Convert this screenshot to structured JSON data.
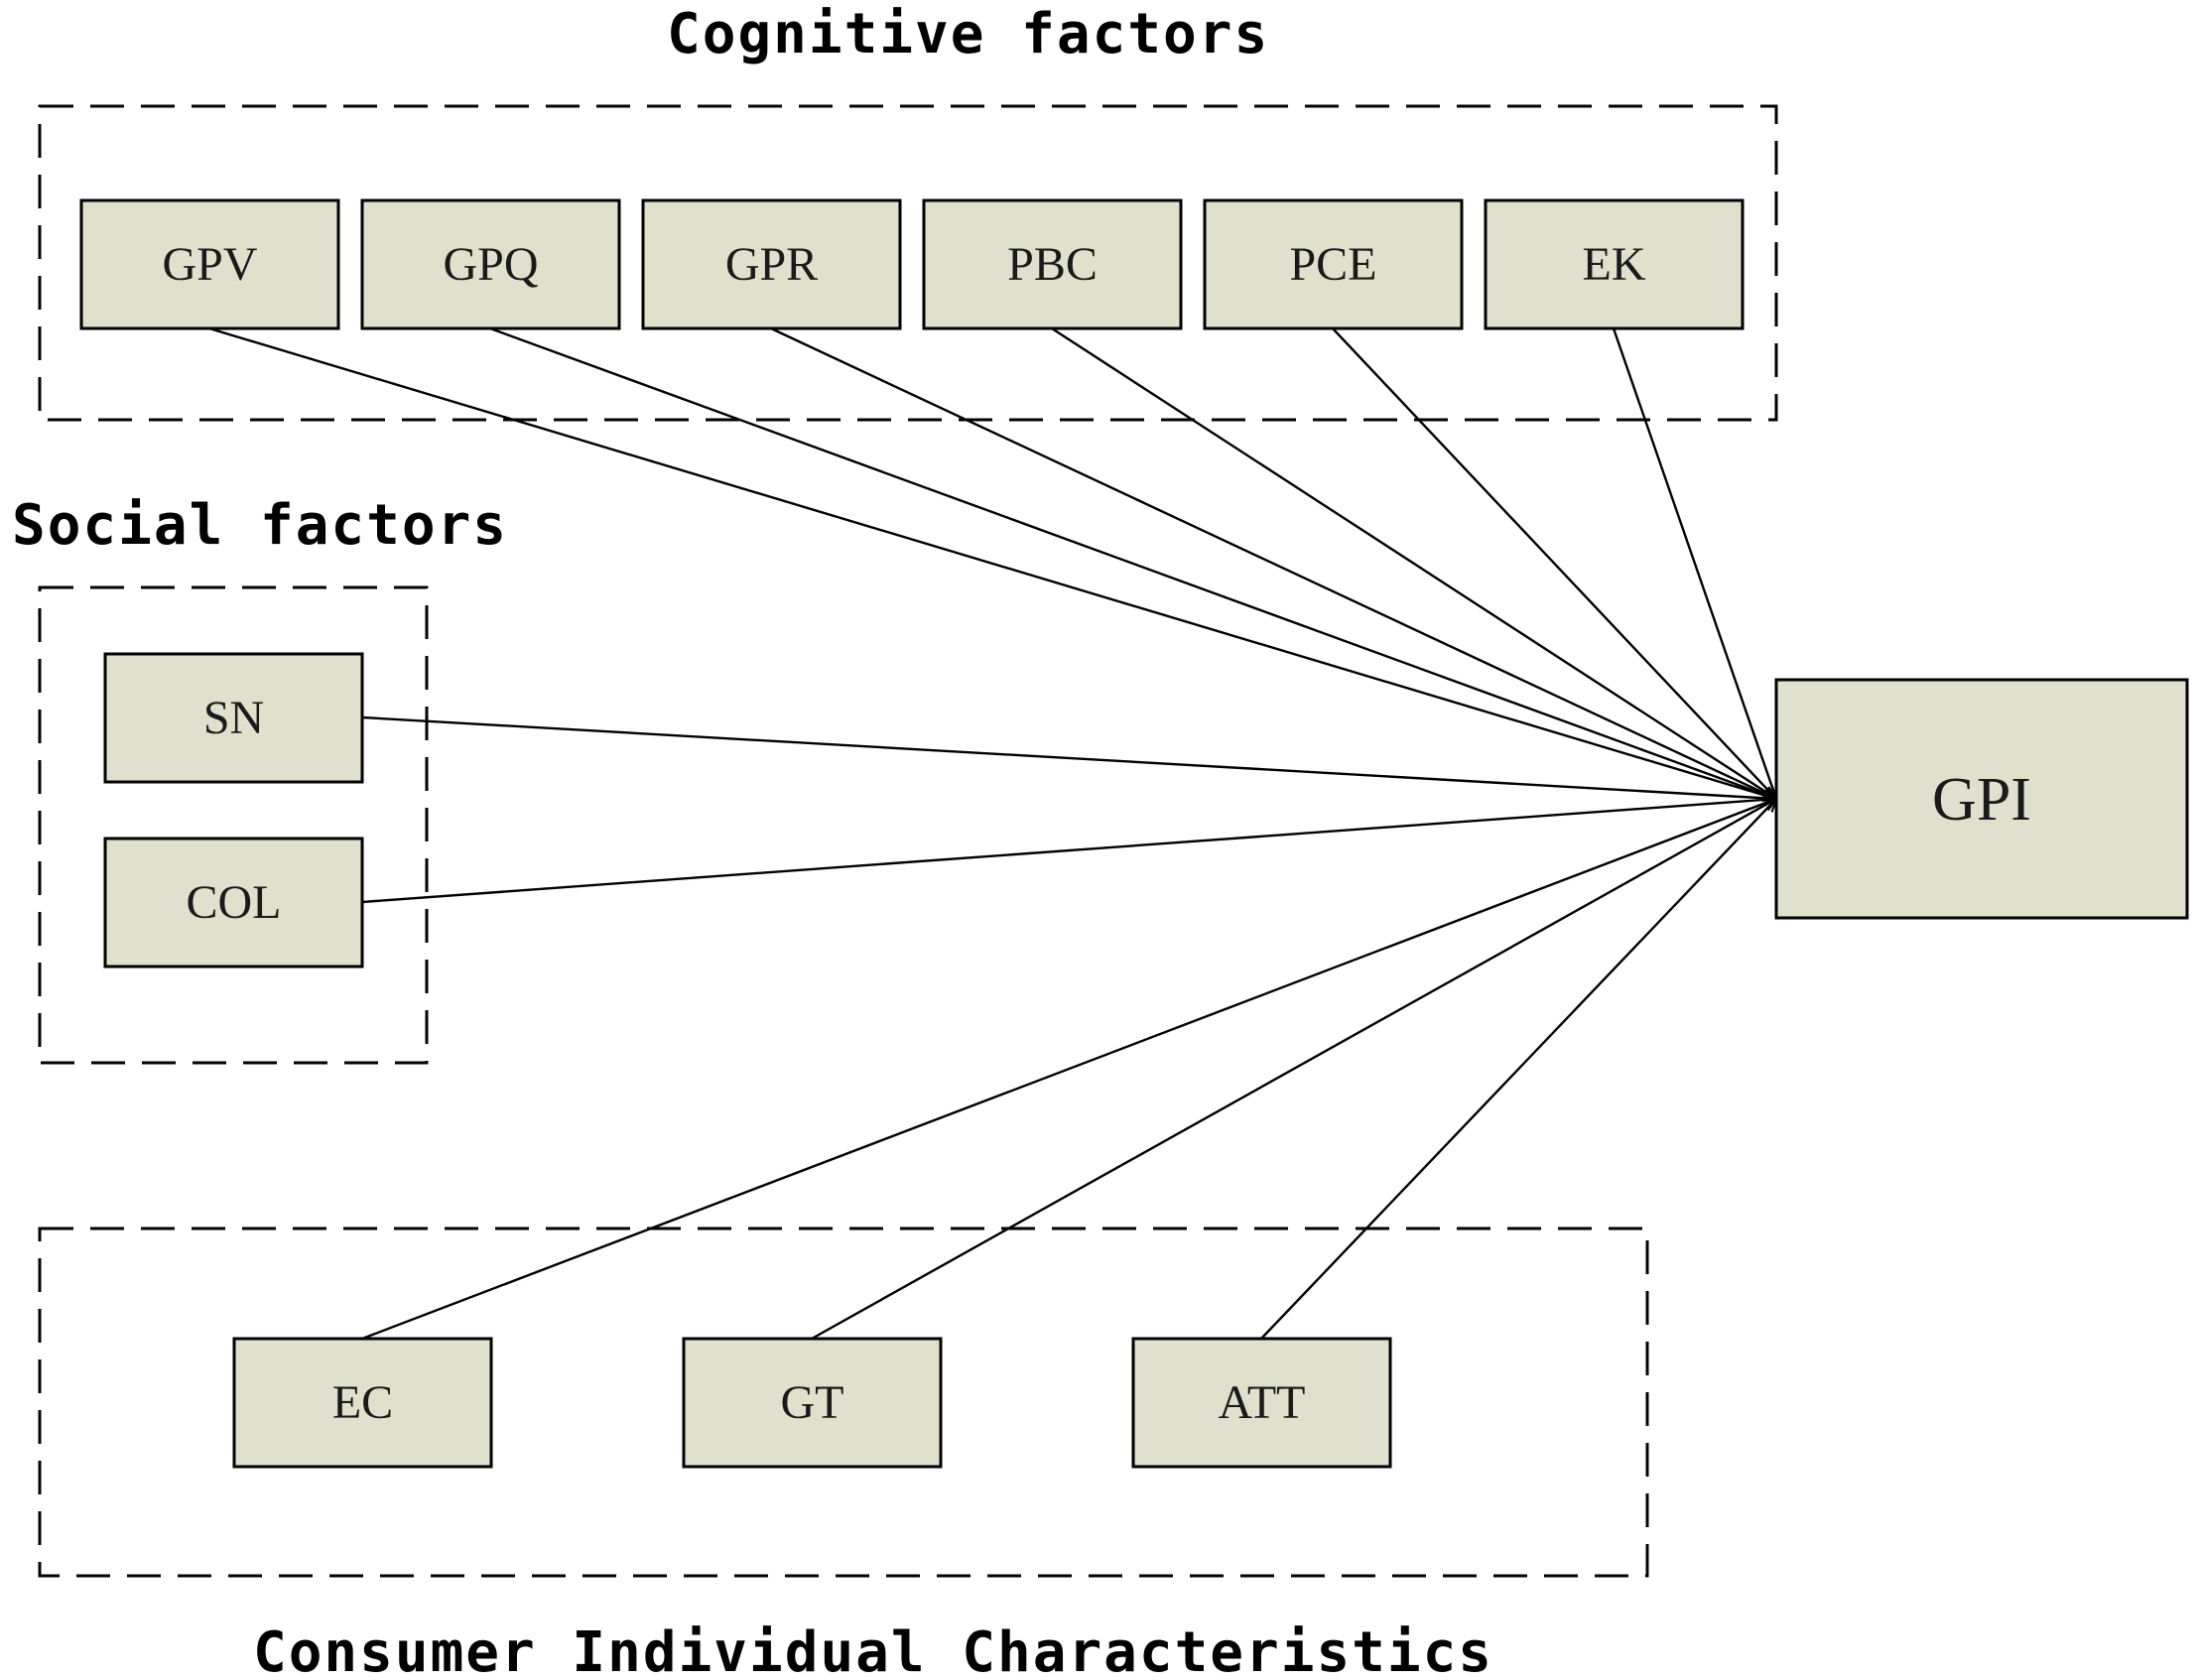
{
  "colors": {
    "node_fill": "#dfe1cd",
    "node_stroke": "#000000",
    "edge": "#000000",
    "frame": "#000000",
    "background": "#ffffff"
  },
  "groups": {
    "cognitive": {
      "title": "Cognitive factors",
      "nodes": [
        "GPV",
        "GPQ",
        "GPR",
        "PBC",
        "PCE",
        "EK"
      ]
    },
    "social": {
      "title": "Social factors",
      "nodes": [
        "SN",
        "COL"
      ]
    },
    "individual": {
      "title": "Consumer Individual Characteristics",
      "nodes": [
        "EC",
        "GT",
        "ATT"
      ]
    }
  },
  "target": {
    "label": "GPI"
  },
  "edges": [
    {
      "from": "GPV",
      "to": "GPI"
    },
    {
      "from": "GPQ",
      "to": "GPI"
    },
    {
      "from": "GPR",
      "to": "GPI"
    },
    {
      "from": "PBC",
      "to": "GPI"
    },
    {
      "from": "PCE",
      "to": "GPI"
    },
    {
      "from": "EK",
      "to": "GPI"
    },
    {
      "from": "SN",
      "to": "GPI"
    },
    {
      "from": "COL",
      "to": "GPI"
    },
    {
      "from": "EC",
      "to": "GPI"
    },
    {
      "from": "GT",
      "to": "GPI"
    },
    {
      "from": "ATT",
      "to": "GPI"
    }
  ]
}
